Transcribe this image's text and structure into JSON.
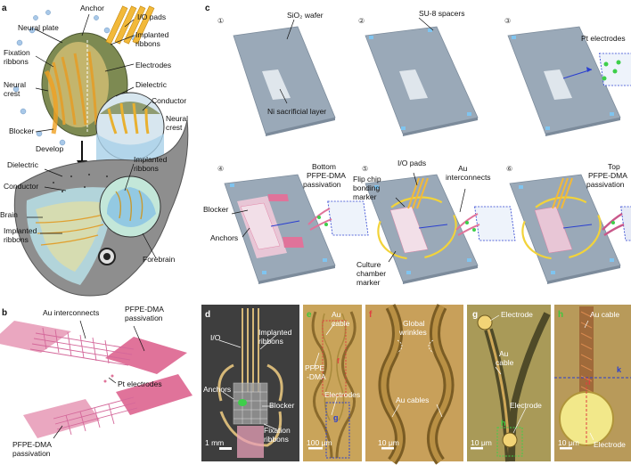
{
  "panels": {
    "a": {
      "letter": "a",
      "labels": {
        "anchor": "Anchor",
        "io_pads": "I/O pads",
        "neural_plate": "Neural plate",
        "implanted_ribbons_top": "Implanted",
        "implanted_ribbons_top2": "ribbons",
        "fixation": "Fixation",
        "fixation2": "ribbons",
        "electrodes": "Electrodes",
        "neural_crest_left": "Neural",
        "neural_crest_left2": "crest",
        "dielectric_top": "Dielectric",
        "conductor_top": "Conductor",
        "neural_crest_right": "Neural",
        "neural_crest_right2": "crest",
        "blocker": "Blocker",
        "develop": "Develop",
        "dielectric_bottom": "Dielectric",
        "implanted_ribbons_mid": "Implanted",
        "implanted_ribbons_mid2": "ribbons",
        "conductor_bottom": "Conductor",
        "brain": "Brain",
        "implanted_ribbons_bottom": "Implanted",
        "implanted_ribbons_bottom2": "ribbons",
        "forebrain": "Forebrain"
      }
    },
    "b": {
      "letter": "b",
      "labels": {
        "au_interconnects": "Au interconnects",
        "pfpe_top": "PFPE-DMA",
        "pfpe_top2": "passivation",
        "pt_electrodes": "Pt electrodes",
        "pfpe_bottom": "PFPE-DMA",
        "pfpe_bottom2": "passivation"
      }
    },
    "c": {
      "letter": "c",
      "steps": [
        {
          "num": "①",
          "labels": [
            "SiO₂ wafer",
            "Ni sacrificial layer"
          ]
        },
        {
          "num": "②",
          "labels": [
            "SU-8 spacers"
          ]
        },
        {
          "num": "③",
          "labels": [
            "Pt electrodes"
          ]
        },
        {
          "num": "④",
          "labels": [
            "Bottom",
            "PFPE-DMA",
            "passivation",
            "Blocker",
            "Anchors"
          ]
        },
        {
          "num": "⑤",
          "labels": [
            "I/O pads",
            "Au",
            "interconnects",
            "Flip chip",
            "bonding",
            "marker",
            "Culture",
            "chamber",
            "marker"
          ]
        },
        {
          "num": "⑥",
          "labels": [
            "Top",
            "PFPE-DMA",
            "passivation"
          ]
        }
      ]
    },
    "d": {
      "letter": "d",
      "labels": {
        "io": "I/O",
        "implanted": "Implanted",
        "implanted2": "ribbons",
        "anchors": "Anchors",
        "blocker": "Blocker",
        "fixation": "Fixation",
        "fixation2": "ribbons",
        "scale": "1 mm"
      }
    },
    "e": {
      "letter": "e",
      "labels": {
        "au": "Au",
        "cable": "cable",
        "pfpe": "PFPE",
        "dma": "-DMA",
        "electrodes": "Electrodes",
        "scale": "100 μm",
        "f_marker": "f",
        "g_marker": "g"
      }
    },
    "f": {
      "letter": "f",
      "labels": {
        "global": "Global",
        "wrinkles": "wrinkles",
        "au_cables": "Au cables",
        "scale": "10 μm"
      }
    },
    "g": {
      "letter": "g",
      "labels": {
        "electrode_top": "Electrode",
        "au": "Au",
        "cable": "cable",
        "electrode_bottom": "Electrode",
        "h_marker": "h",
        "scale": "10 μm"
      }
    },
    "h": {
      "letter": "h",
      "labels": {
        "au_cable": "Au cable",
        "i_marker": "i",
        "k_marker": "k",
        "electrode": "Electrode",
        "scale": "10 μm"
      }
    }
  },
  "colors": {
    "wafer": "#9aa9b8",
    "wafer_edge": "#7c8b9b",
    "ni_layer": "#dfe6ec",
    "spacer": "#7fc4ef",
    "electrode_green": "#3ecf4a",
    "pink": "#e0739a",
    "gold": "#f2c232",
    "callout_blue": "#2a3fd0",
    "micro_bg": "#c9a45a",
    "micro_dark": "#8a6a2c",
    "photo_bg": "#3e3e3e"
  }
}
